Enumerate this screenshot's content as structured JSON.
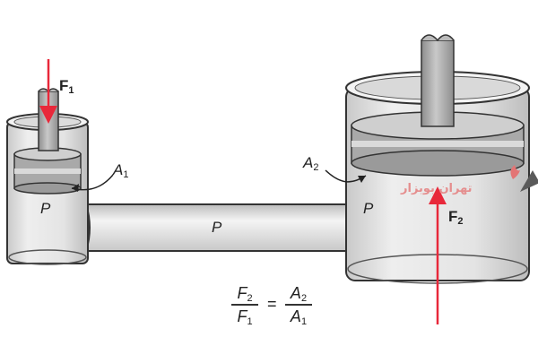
{
  "labels": {
    "force_small": {
      "main": "F",
      "sub": "1"
    },
    "force_large": {
      "main": "F",
      "sub": "2"
    },
    "area_small": {
      "main": "A",
      "sub": "1"
    },
    "area_large": {
      "main": "A",
      "sub": "2"
    },
    "pressure_left": "P",
    "pressure_middle": "P",
    "pressure_right": "P"
  },
  "formula": {
    "lhs_num": {
      "main": "F",
      "sub": "2"
    },
    "lhs_den": {
      "main": "F",
      "sub": "1"
    },
    "equals": "=",
    "rhs_num": {
      "main": "A",
      "sub": "2"
    },
    "rhs_den": {
      "main": "A",
      "sub": "1"
    }
  },
  "watermark": {
    "text": "تهران بوبزار"
  },
  "colors": {
    "force_arrow": "#e8283a",
    "outline": "#333333",
    "fluid": "#e6e6e6",
    "piston": "#a9a9a9",
    "watermark": "#e58e8e"
  }
}
